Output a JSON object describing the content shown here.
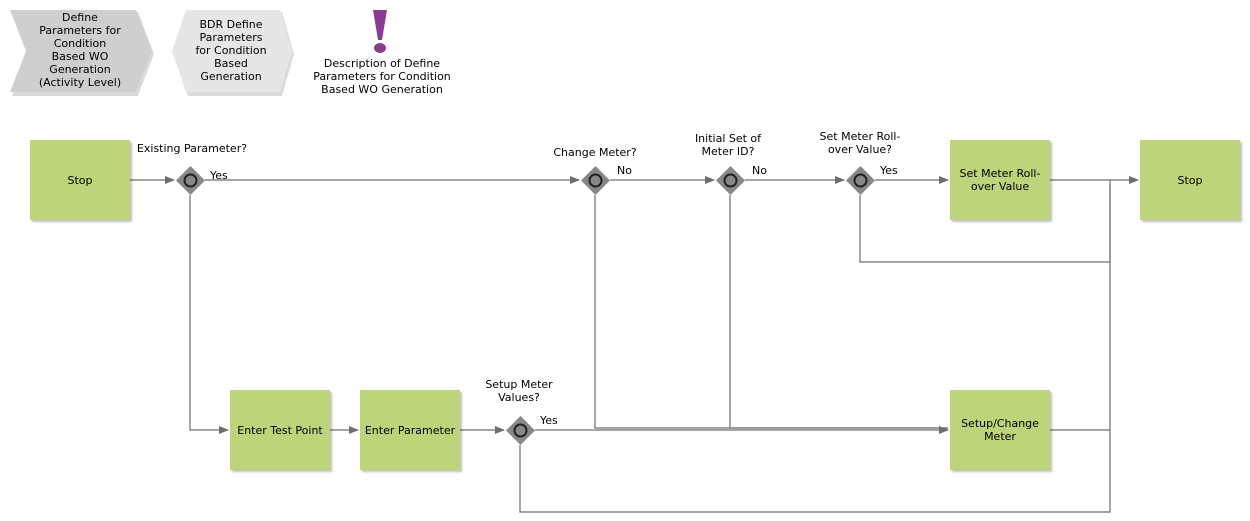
{
  "legend": {
    "process_1": "Define\nParameters for\nCondition\nBased WO\nGeneration\n(Activity Level)",
    "process_2": "BDR Define\nParameters\nfor Condition\nBased\nGeneration",
    "description": "Description of Define\nParameters for Condition\nBased WO Generation",
    "description_icon": "exclamation-icon"
  },
  "nodes": {
    "stop_start": "Stop",
    "set_meter_rollover": "Set Meter Roll-\nover Value",
    "stop_end": "Stop",
    "enter_test_point": "Enter Test Point",
    "enter_parameter": "Enter Parameter",
    "setup_change_meter": "Setup/Change\nMeter"
  },
  "gateways": {
    "existing_parameter": "Existing Parameter?",
    "change_meter": "Change Meter?",
    "initial_set_meter_id": "Initial Set of\nMeter ID?",
    "set_meter_rollover_q": "Set Meter Roll-\nover Value?",
    "setup_meter_values": "Setup Meter\nValues?"
  },
  "edge_labels": {
    "existing_yes": "Yes",
    "change_no": "No",
    "initial_no": "No",
    "rollover_yes": "Yes",
    "setup_yes": "Yes"
  },
  "colors": {
    "task_fill": "#bdd47a",
    "process_fill": "#cfcfcf",
    "description_icon": "#8a3d8f",
    "gateway_fill": "#888888",
    "line": "#6e6e6e"
  }
}
